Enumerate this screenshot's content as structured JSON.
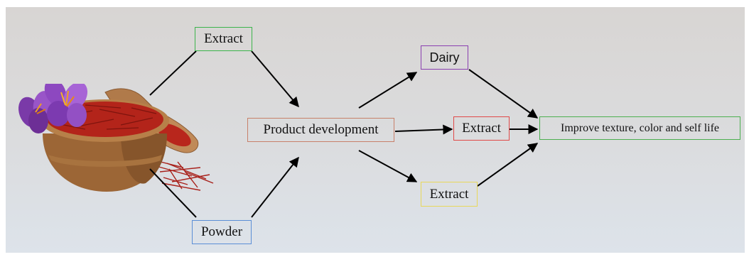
{
  "nodes": {
    "extract_top": "Extract",
    "powder": "Powder",
    "product_development": "Product development",
    "dairy": "Dairy",
    "extract_middle": "Extract",
    "extract_bottom": "Extract",
    "improve": "Improve texture, color and self life"
  },
  "colors": {
    "extract_top_border": "#3cb44b",
    "powder_border": "#5b8fd6",
    "product_development_border": "#c8806a",
    "dairy_border": "#8a3fb0",
    "extract_middle_border": "#e04848",
    "extract_bottom_border": "#e8d85a",
    "improve_border": "#4caf50",
    "arrow": "#000000"
  },
  "icons": {
    "illustration": "saffron-bowl-with-crocus-flowers"
  }
}
